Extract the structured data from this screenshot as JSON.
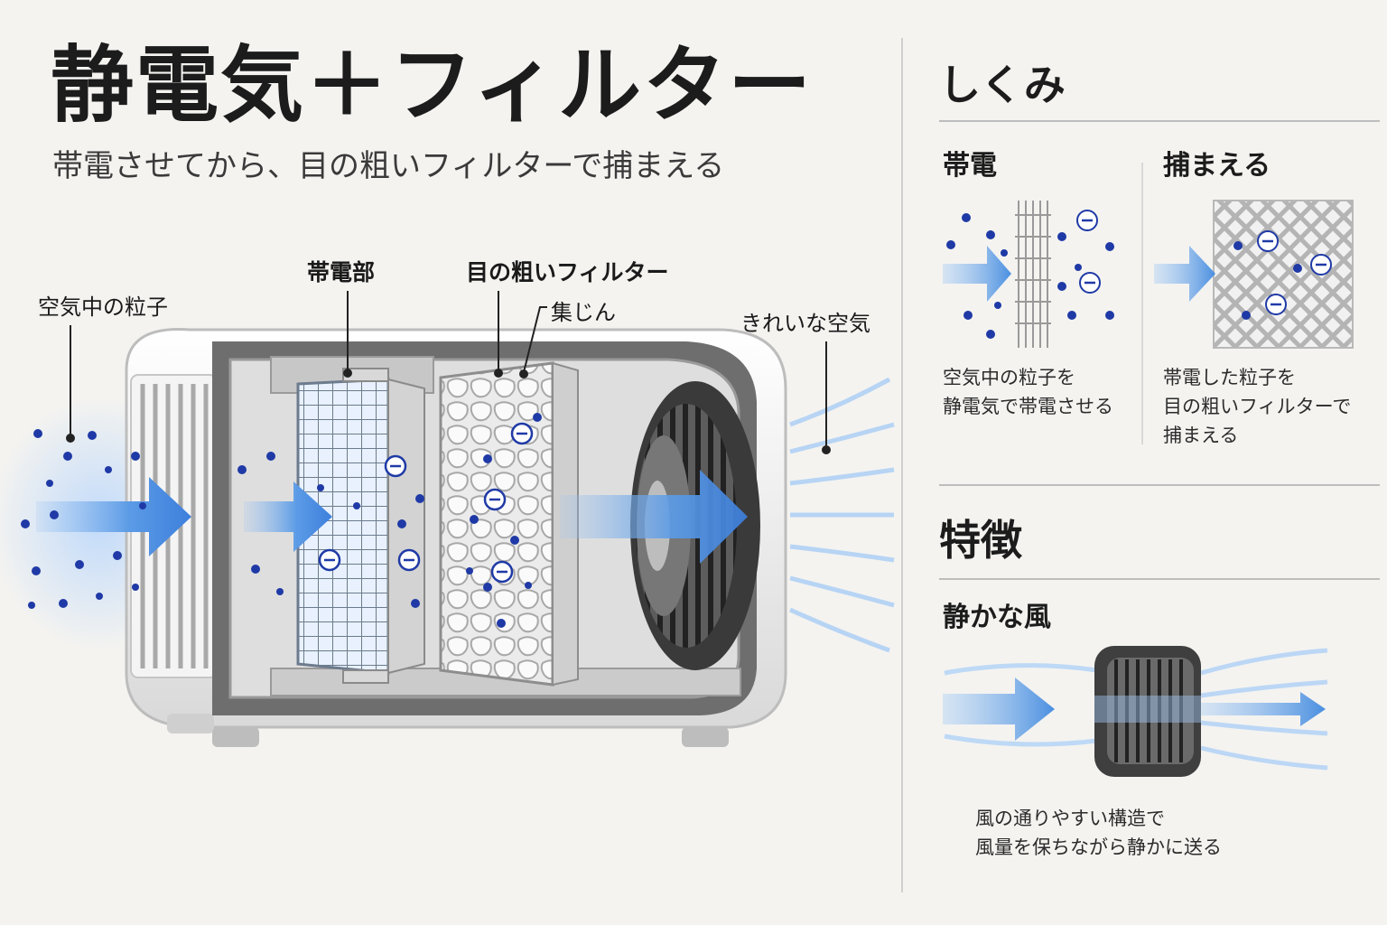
{
  "header": {
    "title": "静電気＋フィルター",
    "subtitle": "帯電させてから、目の粗いフィルターで捕まえる"
  },
  "diagram": {
    "labels": {
      "particles_in": "空気中の粒子",
      "charging_unit": "帯電部",
      "coarse_filter": "目の粗いフィルター",
      "collection": "集じん",
      "clean_air": "きれいな空気"
    },
    "negative_sign": "−"
  },
  "mechanism": {
    "title": "しくみ",
    "charge": {
      "title": "帯電",
      "desc": "空気中の粒子を\n静電気で帯電させる"
    },
    "capture": {
      "title": "捕まえる",
      "desc": "帯電した粒子を\n目の粗いフィルターで\n捕まえる"
    }
  },
  "features": {
    "title": "特徴",
    "quiet": {
      "title": "静かな風",
      "desc": "風の通りやすい構造で\n風量を保ちながら静かに送る"
    }
  },
  "colors": {
    "particle": "#1f3aa6",
    "arrow": "#4a8fe0",
    "text": "#1c1c1c",
    "background": "#f4f3f0"
  }
}
